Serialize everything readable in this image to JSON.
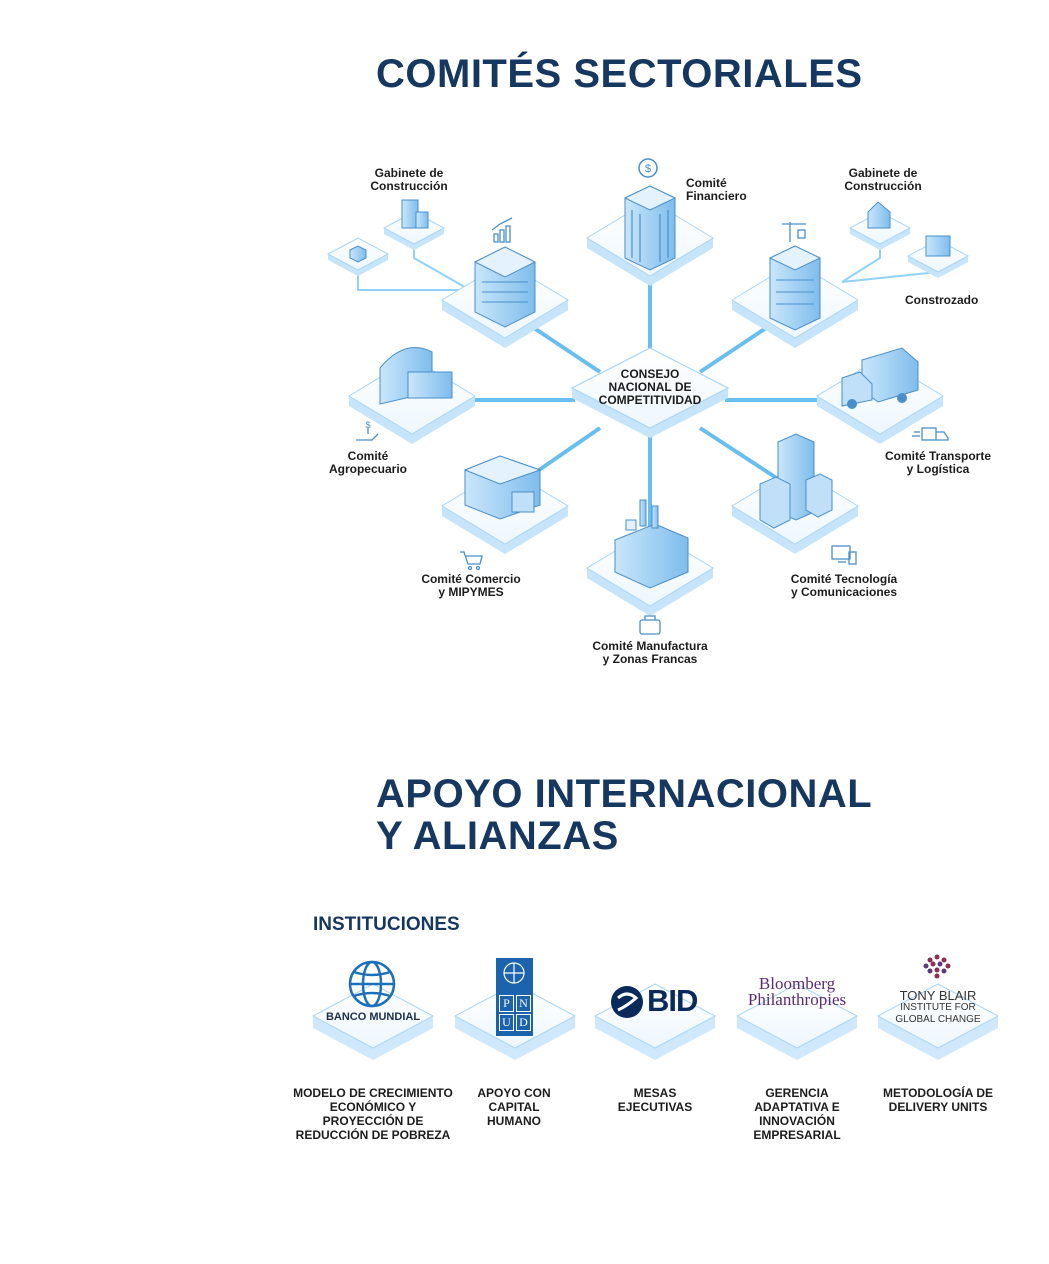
{
  "section1": {
    "title": "COMITÉS SECTORIALES",
    "center_label": "CONSEJO\nNACIONAL DE\nCOMPETITIVIDAD",
    "committees": {
      "gabinete_left": "Gabinete de\nConstrucción",
      "financiero": "Comité\nFinanciero",
      "gabinete_right": "Gabinete de\nConstrucción",
      "constrozado": "Constrozado",
      "transporte": "Comité Transporte\ny Logística",
      "tecnologia": "Comité Tecnología\ny Comunicaciones",
      "manufactura": "Comité Manufactura\ny Zonas Francas",
      "comercio": "Comité Comercio\ny MIPYMES",
      "agropecuario": "Comité\nAgropecuario"
    }
  },
  "section2": {
    "title": "APOYO INTERNACIONAL\nY ALIANZAS",
    "subtitle": "INSTITUCIONES",
    "institutions": [
      {
        "logo": "BANCO MUNDIAL",
        "description": "MODELO DE CRECIMIENTO\nECONÓMICO Y\nPROYECCIÓN DE\nREDUCCIÓN DE POBREZA"
      },
      {
        "logo_letters": [
          "P",
          "N",
          "U",
          "D"
        ],
        "description": "APOYO CON\nCAPITAL\nHUMANO"
      },
      {
        "logo": "BID",
        "description": "MESAS\nEJECUTIVAS"
      },
      {
        "logo_line1": "Bloomberg",
        "logo_line2": "Philanthropies",
        "description": "GERENCIA\nADAPTATIVA E\nINNOVACIÓN\nEMPRESARIAL"
      },
      {
        "logo_line1": "TONY BLAIR",
        "logo_line2": "INSTITUTE FOR",
        "logo_line3": "GLOBAL CHANGE",
        "description": "METODOLOGÍA DE\nDELIVERY UNITS"
      }
    ]
  },
  "colors": {
    "title": "#16375f",
    "accent": "#4db3ee",
    "building": "#9fd0f5",
    "platform_edge": "#bfe3fb",
    "bloomberg": "#5b2c6f"
  }
}
